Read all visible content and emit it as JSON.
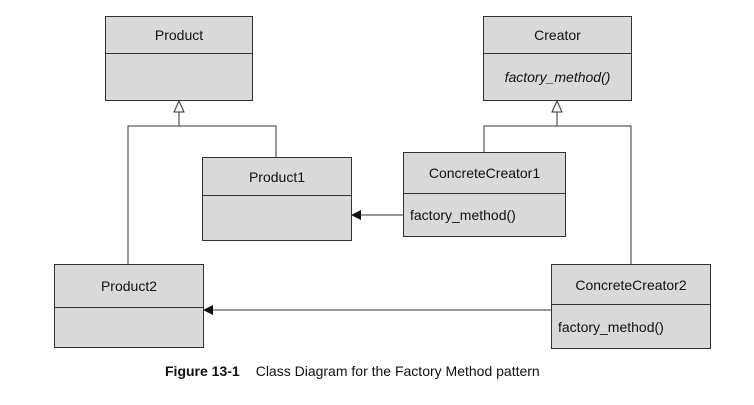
{
  "classes": {
    "product": {
      "name": "Product",
      "operation": ""
    },
    "creator": {
      "name": "Creator",
      "operation": "factory_method()"
    },
    "product1": {
      "name": "Product1",
      "operation": ""
    },
    "concrete_creator1": {
      "name": "ConcreteCreator1",
      "operation": "factory_method()"
    },
    "product2": {
      "name": "Product2",
      "operation": ""
    },
    "concrete_creator2": {
      "name": "ConcreteCreator2",
      "operation": "factory_method()"
    }
  },
  "caption": {
    "number": "Figure 13-1",
    "text": "Class Diagram for the Factory Method pattern"
  },
  "colors": {
    "box_fill": "#d9d9d9",
    "line": "#333333"
  }
}
